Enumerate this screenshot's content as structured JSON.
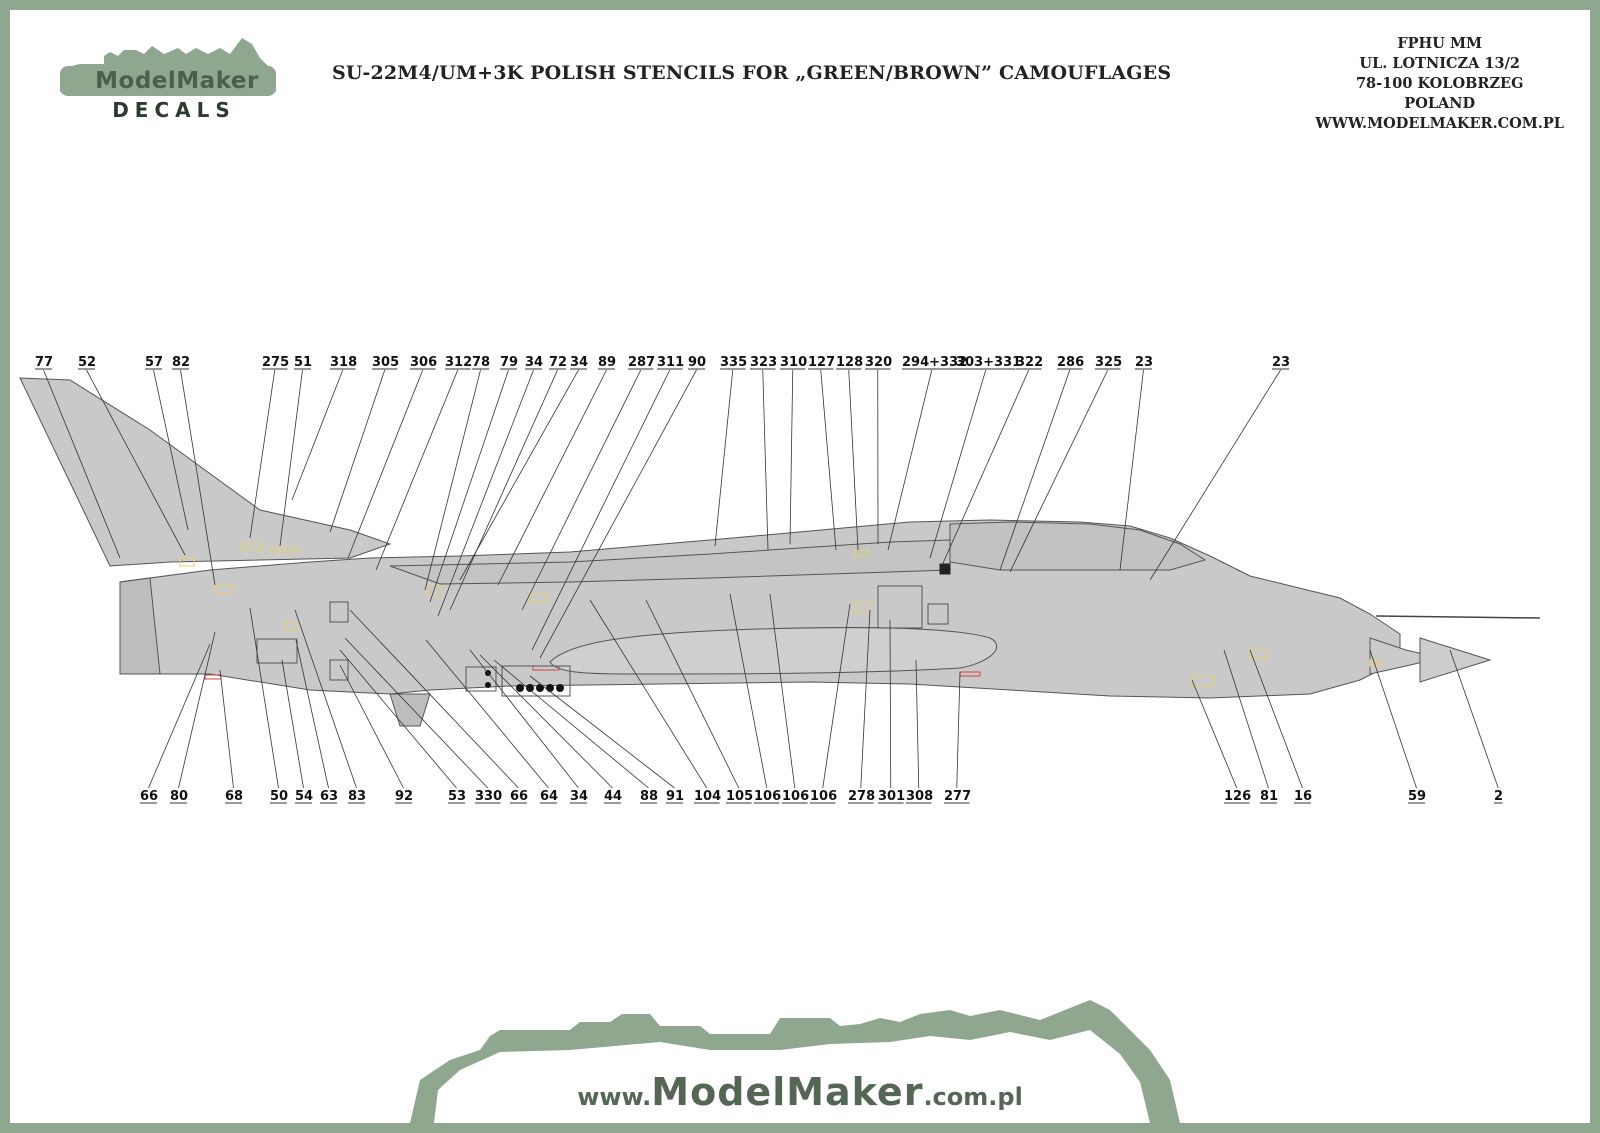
{
  "logo": {
    "brand": "ModelMaker",
    "sub": "DECALS"
  },
  "title": "SU-22M4/UM+3K POLISH STENCILS FOR „GREEN/BROWN” CAMOUFLAGES",
  "address": {
    "lines": [
      "FPHU MM",
      "UL. LOTNICZA 13/2",
      "78-100 KOLOBRZEG",
      "POLAND",
      "WWW.MODELMAKER.COM.PL"
    ]
  },
  "callouts": {
    "top": [
      "77",
      "52",
      "57",
      "82",
      "275",
      "51",
      "318",
      "305",
      "306",
      "312",
      "78",
      "79",
      "34",
      "72",
      "34",
      "89",
      "287",
      "311",
      "90",
      "335",
      "323",
      "310",
      "127",
      "128",
      "320",
      "294+332",
      "303+331",
      "322",
      "286",
      "325",
      "23",
      "23"
    ],
    "bottom": [
      "66",
      "80",
      "68",
      "50",
      "54",
      "63",
      "83",
      "92",
      "53",
      "330",
      "66",
      "64",
      "34",
      "44",
      "88",
      "91",
      "104",
      "105",
      "106",
      "106",
      "106",
      "278",
      "301",
      "308",
      "277",
      "126",
      "81",
      "16",
      "59",
      "2"
    ]
  },
  "footer": {
    "prefix": "www.",
    "brand": "ModelMaker",
    "suffix": ".com.pl"
  },
  "colors": {
    "frame": "#8fa68f",
    "aircraft_fill": "#c9c9c9",
    "aircraft_line": "#555555",
    "stencil_yellow": "#e8cf6a",
    "stencil_red": "#d64040",
    "leader_line": "#333333"
  }
}
